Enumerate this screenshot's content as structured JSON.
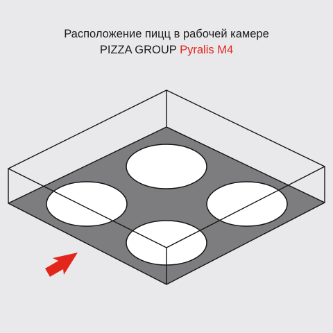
{
  "title": {
    "line1": "Расположение пицц в рабочей камере",
    "brand": "PIZZA GROUP",
    "model": "Pyralis M4"
  },
  "diagram": {
    "pizza_count": 4,
    "colors": {
      "background": "#e9e9eb",
      "chamber_floor": "#7d7d7f",
      "pizza": "#ffffff",
      "outline": "#141414",
      "arrow": "#e3261c"
    },
    "arrow_meaning": "door-side"
  }
}
